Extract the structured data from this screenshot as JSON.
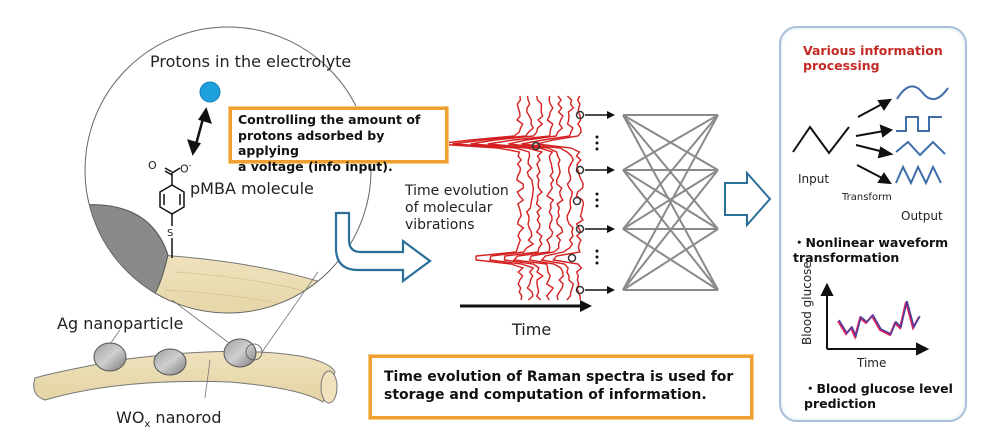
{
  "zoom_view": {
    "protons_label": "Protons in the electrolyte",
    "molecule_label": "pMBA molecule",
    "oxygen_left": "O",
    "oxygen_right": "O",
    "charge": "-",
    "sulfur": "S",
    "proton_color": "#1ea0dc"
  },
  "nanostructure": {
    "ag_label": "Ag nanoparticle",
    "rod_label_main": "WO",
    "rod_label_sub": "x",
    "rod_label_rest": " nanorod"
  },
  "control_box": {
    "line1": "Controlling the amount of",
    "line2": "protons adsorbed by applying",
    "line3": "a voltage (info input)."
  },
  "vibrations": {
    "line1": "Time evolution",
    "line2": "of molecular",
    "line3": "vibrations",
    "time_label": "Time"
  },
  "bottom_box": {
    "line1": "Time evolution of Raman spectra is used for",
    "line2": "storage and computation of information."
  },
  "right_panel": {
    "title_line1": "Various information",
    "title_line2": "processing",
    "input_label": "Input",
    "transform_label": "Transform",
    "output_label": "Output",
    "bullet1_line1": "・Nonlinear waveform",
    "bullet1_line2": "transformation",
    "graph_ylabel": "Blood glucose",
    "graph_xlabel": "Time",
    "bullet2_line1": "・Blood glucose level",
    "bullet2_line2": "prediction"
  },
  "colors": {
    "accent_orange": "#f0a030",
    "spectra_red": "#d42020",
    "arrow_blue": "#2a6e9a",
    "title_red": "#c42a25"
  }
}
